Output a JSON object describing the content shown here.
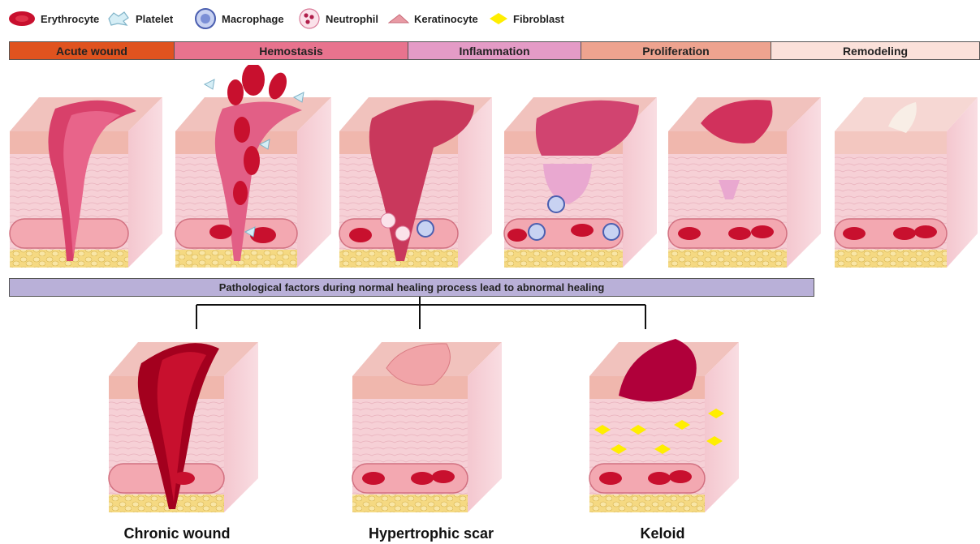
{
  "legend": [
    {
      "label": "Erythrocyte",
      "icon": "erythrocyte-icon",
      "color": "#c8102e"
    },
    {
      "label": "Platelet",
      "icon": "platelet-icon",
      "color": "#bfe3ef"
    },
    {
      "label": "Macrophage",
      "icon": "macrophage-icon",
      "color": "#7b8fd6"
    },
    {
      "label": "Neutrophil",
      "icon": "neutrophil-icon",
      "color": "#f2c4d0"
    },
    {
      "label": "Keratinocyte",
      "icon": "keratinocyte-icon",
      "color": "#e89aa4"
    },
    {
      "label": "Fibroblast",
      "icon": "fibroblast-icon",
      "color": "#ffee00"
    }
  ],
  "stages": [
    {
      "label": "Acute wound",
      "color": "#e0531f"
    },
    {
      "label": "Hemostasis",
      "color": "#e8738e"
    },
    {
      "label": "Inflammation",
      "color": "#e49bc6"
    },
    {
      "label": "Proliferation",
      "color": "#eea38f"
    },
    {
      "label": "Remodeling",
      "color": "#fbe1da"
    }
  ],
  "factor_bar": "Pathological factors during normal healing process lead to abnormal healing",
  "outcomes": [
    {
      "label": "Chronic wound"
    },
    {
      "label": "Hypertrophic scar"
    },
    {
      "label": "Keloid"
    }
  ],
  "colors": {
    "skin_top": "#f4c9c4",
    "skin_side": "#f6d3d8",
    "epidermis": "#e9a79a",
    "fat": "#f5d982",
    "vessel": "#f7bcc0",
    "wound": "#d8406a",
    "dark_wound": "#a3001e"
  }
}
